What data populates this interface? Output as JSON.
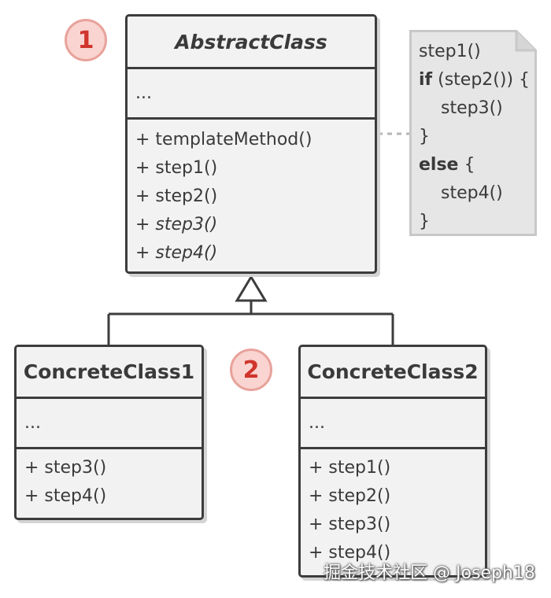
{
  "abstract_class": {
    "name": "AbstractClass",
    "fields": "...",
    "methods": [
      "+ templateMethod()",
      "+ step1()",
      "+ step2()",
      "+ step3()",
      "+ step4()"
    ]
  },
  "concrete_class_1": {
    "name": "ConcreteClass1",
    "fields": "...",
    "methods": [
      "+ step3()",
      "+ step4()"
    ]
  },
  "concrete_class_2": {
    "name": "ConcreteClass2",
    "fields": "...",
    "methods": [
      "+ step1()",
      "+ step2()",
      "+ step3()",
      "+ step4()"
    ]
  },
  "badges": {
    "one": "1",
    "two": "2"
  },
  "note": {
    "line1": "step1()",
    "line2_kw": "if",
    "line2_rest": " (step2()) {",
    "line3": "step3()",
    "line4": "}",
    "line5_kw": "else",
    "line5_rest": " {",
    "line6": "step4()",
    "line7": "}"
  },
  "watermark": "掘金技术社区 @ Joseph18",
  "colors": {
    "box_fill": "#f2f2f2",
    "box_border": "#3c3c3c",
    "badge_fill": "#f9d4d0",
    "badge_text": "#d0342c",
    "note_fill": "#e6e6e6"
  }
}
